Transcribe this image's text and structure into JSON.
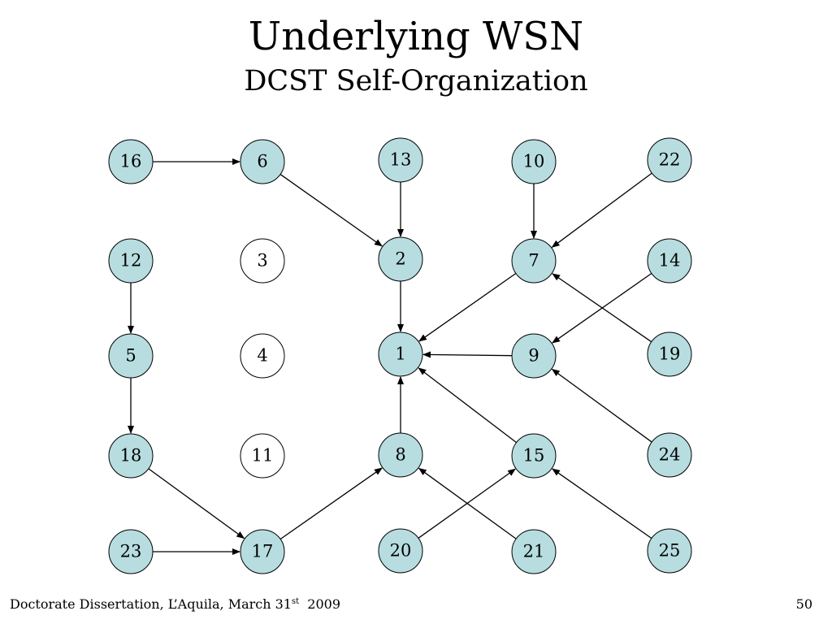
{
  "slide": {
    "title": "Underlying WSN",
    "subtitle": "DCST Self-Organization",
    "footer": {
      "text": "Doctorate Dissertation, L’Aquila, March 31",
      "superscript": "st",
      "year": "2009"
    },
    "page_number": "50"
  },
  "colors": {
    "node_active_fill": "#b7dde0",
    "node_inactive_fill": "#ffffff",
    "node_stroke": "#000000",
    "edge": "#000000"
  },
  "diagram": {
    "nodes": [
      {
        "id": "16",
        "active": true
      },
      {
        "id": "6",
        "active": true
      },
      {
        "id": "13",
        "active": true
      },
      {
        "id": "10",
        "active": true
      },
      {
        "id": "22",
        "active": true
      },
      {
        "id": "12",
        "active": true
      },
      {
        "id": "3",
        "active": false
      },
      {
        "id": "2",
        "active": true
      },
      {
        "id": "7",
        "active": true
      },
      {
        "id": "14",
        "active": true
      },
      {
        "id": "5",
        "active": true
      },
      {
        "id": "4",
        "active": false
      },
      {
        "id": "1",
        "active": true
      },
      {
        "id": "9",
        "active": true
      },
      {
        "id": "19",
        "active": true
      },
      {
        "id": "18",
        "active": true
      },
      {
        "id": "11",
        "active": false
      },
      {
        "id": "8",
        "active": true
      },
      {
        "id": "15",
        "active": true
      },
      {
        "id": "24",
        "active": true
      },
      {
        "id": "23",
        "active": true
      },
      {
        "id": "17",
        "active": true
      },
      {
        "id": "20",
        "active": true
      },
      {
        "id": "21",
        "active": true
      },
      {
        "id": "25",
        "active": true
      }
    ],
    "edges": [
      {
        "from": "16",
        "to": "6"
      },
      {
        "from": "6",
        "to": "2"
      },
      {
        "from": "13",
        "to": "2"
      },
      {
        "from": "10",
        "to": "7"
      },
      {
        "from": "22",
        "to": "7"
      },
      {
        "from": "2",
        "to": "1"
      },
      {
        "from": "7",
        "to": "1"
      },
      {
        "from": "14",
        "to": "9"
      },
      {
        "from": "19",
        "to": "7"
      },
      {
        "from": "9",
        "to": "1"
      },
      {
        "from": "12",
        "to": "5"
      },
      {
        "from": "5",
        "to": "18"
      },
      {
        "from": "8",
        "to": "1"
      },
      {
        "from": "15",
        "to": "1"
      },
      {
        "from": "24",
        "to": "9"
      },
      {
        "from": "18",
        "to": "17"
      },
      {
        "from": "23",
        "to": "17"
      },
      {
        "from": "17",
        "to": "8"
      },
      {
        "from": "20",
        "to": "15"
      },
      {
        "from": "21",
        "to": "8"
      },
      {
        "from": "25",
        "to": "15"
      }
    ]
  }
}
